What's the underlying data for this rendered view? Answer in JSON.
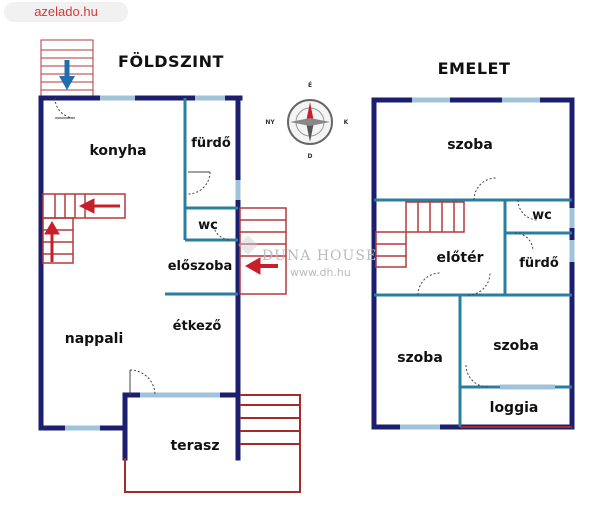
{
  "badge": "azelado.hu",
  "titles": {
    "ground": "FÖLDSZINT",
    "upper": "EMELET"
  },
  "ground_rooms": {
    "kitchen": "konyha",
    "bathroom": "fürdő",
    "wc": "wc",
    "hall": "előszoba",
    "dining": "étkező",
    "living": "nappali",
    "terrace": "terasz"
  },
  "upper_rooms": {
    "room_top": "szoba",
    "wc": "wc",
    "landing": "előtér",
    "bathroom": "fürdő",
    "room_left": "szoba",
    "room_right": "szoba",
    "loggia": "loggia"
  },
  "compass": {
    "n": "É",
    "s": "D",
    "w": "NY",
    "e": "K"
  },
  "watermark": {
    "brand": "DUNA HOUSE",
    "url": "www.dh.hu"
  },
  "colors": {
    "wall": "#1b1f6e",
    "window": "#9fc4da",
    "stair": "#b23a3a",
    "arrow_red": "#c8202a",
    "arrow_blue": "#1f6fb0",
    "terrace_wall": "#a52a2a",
    "badge_text": "#d43a3a"
  }
}
